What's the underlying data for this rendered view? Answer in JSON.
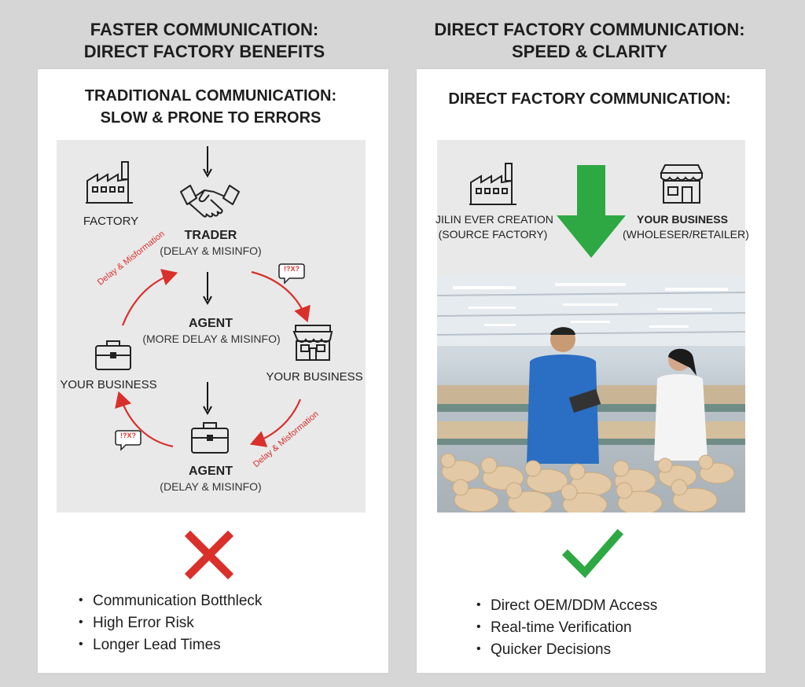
{
  "left": {
    "heading": [
      "FASTER COMMUNICATION:",
      "DIRECT FACTORY BENEFITS"
    ],
    "card_title": [
      "TRADITIONAL COMMUNICATION:",
      "SLOW & PRONE TO ERRORS"
    ],
    "diagram": {
      "factory": "FACTORY",
      "trader": "TRADER",
      "trader_sub": "(DELAY & MISINFO)",
      "agent1": "AGENT",
      "agent1_sub": "(MORE DELAY & MISINFO)",
      "your_business_right": "YOUR BUSINESS",
      "your_business_left": "YOUR BUSINESS",
      "agent2": "AGENT",
      "agent2_sub": "(DELAY & MISINFO)",
      "arrow_label_1": "Delay & Misformation",
      "arrow_label_2": "Delay & Misformation",
      "bubble_text": "!?X?"
    },
    "bullets": [
      "Communication Botthleck",
      "High Error Risk",
      "Longer Lead Times"
    ]
  },
  "right": {
    "heading": [
      "DIRECT FACTORY COMMUNICATION:",
      "SPEED & CLARITY"
    ],
    "card_title": "DIRECT FACTORY COMMUNICATION:",
    "diagram": {
      "source": [
        "JILIN EVER CREATION",
        "(SOURCE FACTORY)"
      ],
      "business": [
        "YOUR BUSINESS",
        "(WHOLESER/RETAILER)"
      ]
    },
    "bullets": [
      "Direct OEM/DDM Access",
      "Real-time Verification",
      "Quicker Decisions"
    ]
  },
  "colors": {
    "background": "#d6d6d6",
    "card": "#ffffff",
    "diagram_panel": "#e9e9e9",
    "red_arrow": "#d9302b",
    "green": "#2ea843",
    "cross": "#d9302b"
  },
  "icons": [
    "factory-icon",
    "handshake-icon",
    "storefront-icon",
    "briefcase-icon",
    "speech-bubble-icon",
    "down-arrow-icon",
    "cross-icon",
    "checkmark-icon"
  ]
}
